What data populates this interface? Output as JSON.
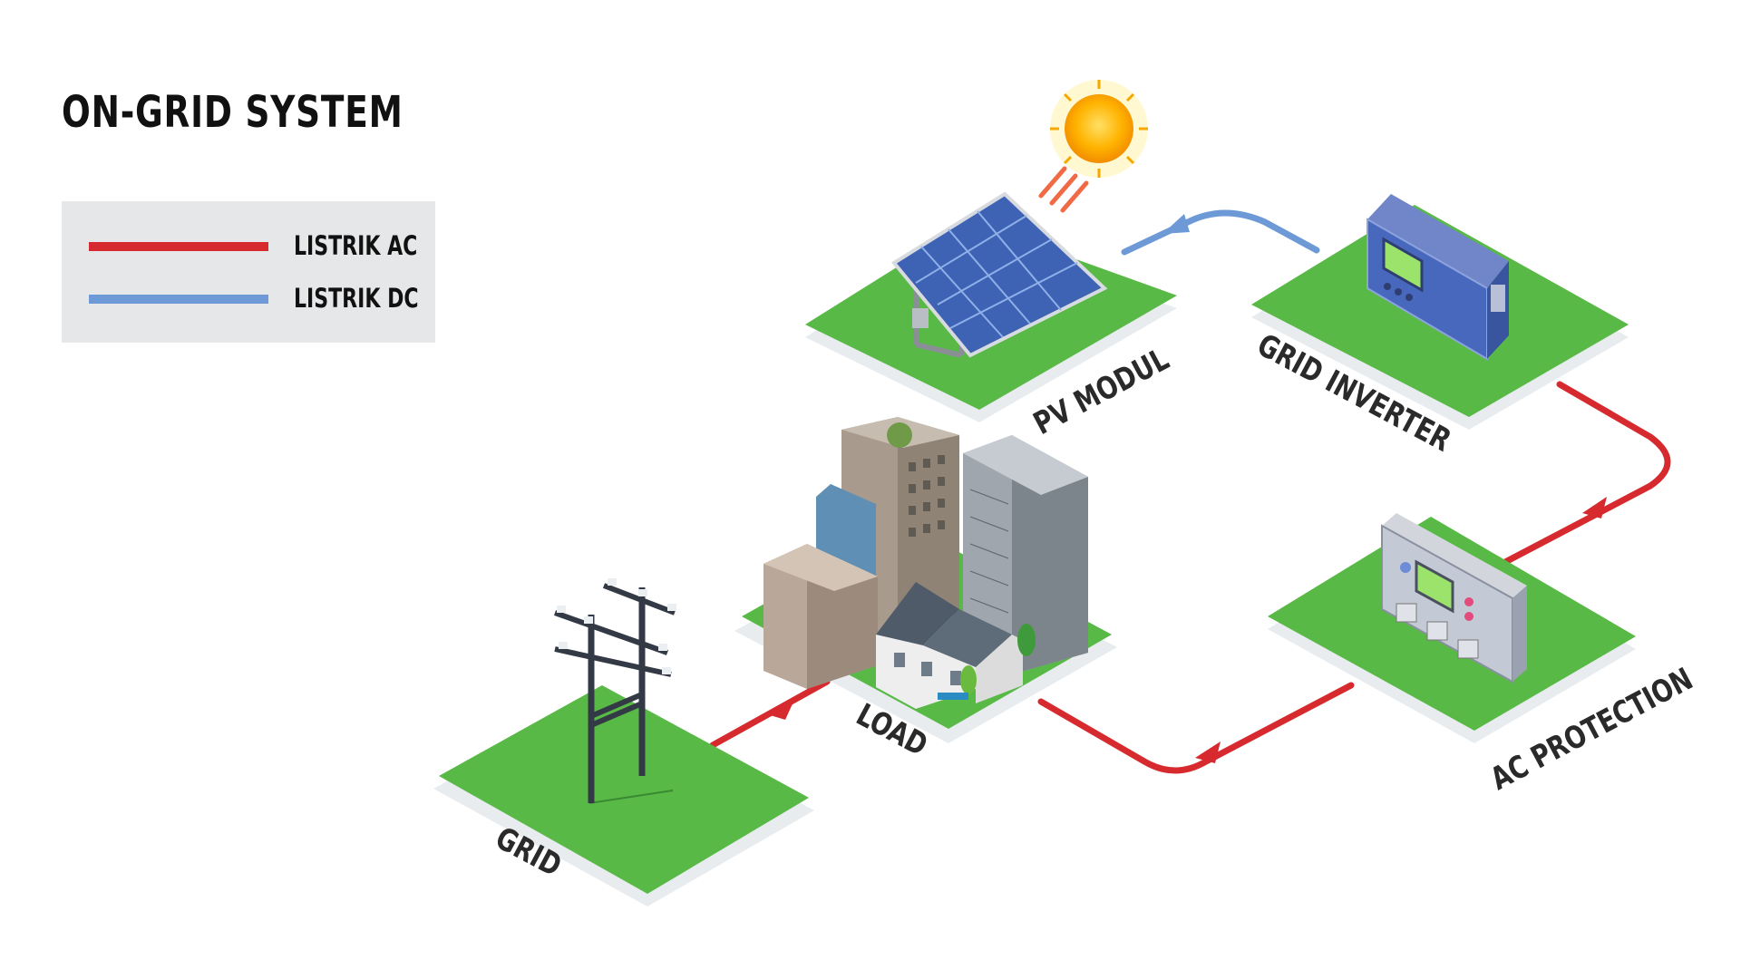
{
  "title": "ON-GRID SYSTEM",
  "legend": {
    "ac": {
      "label": "LISTRIK AC",
      "color": "#d62a2f"
    },
    "dc": {
      "label": "LISTRIK DC",
      "color": "#6d9ad6"
    }
  },
  "nodes": {
    "pv": {
      "label": "PV MODUL"
    },
    "inverter": {
      "label": "GRID INVERTER"
    },
    "protection": {
      "label": "AC PROTECTION"
    },
    "load": {
      "label": "LOAD"
    },
    "grid": {
      "label": "GRID"
    }
  },
  "colors": {
    "platform_top": "#59b947",
    "platform_side": "#e8ecef",
    "ac_line": "#d62a2f",
    "dc_line": "#6d9ad6"
  }
}
